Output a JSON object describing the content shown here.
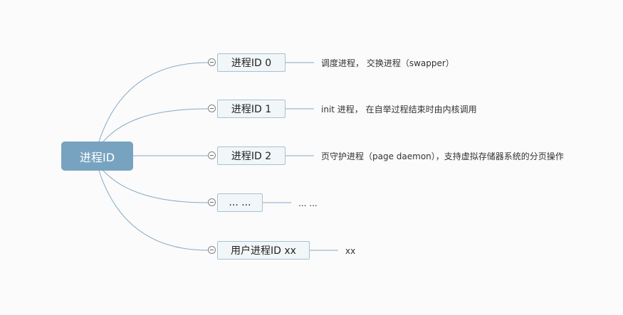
{
  "diagram": {
    "root": {
      "label": "进程ID"
    },
    "branches": [
      {
        "label": "进程ID 0",
        "note": "调度进程， 交换进程（swapper）"
      },
      {
        "label": "进程ID 1",
        "note": "init 进程， 在自举过程结束时由内核调用"
      },
      {
        "label": "进程ID 2",
        "note": "页守护进程（page daemon），支持虚拟存储器系统的分页操作"
      },
      {
        "label": "... ...",
        "note": "... ..."
      },
      {
        "label": "用户进程ID xx",
        "note": "xx"
      }
    ]
  },
  "colors": {
    "root_fill": "#78a3c0",
    "node_fill": "#f1f6f8",
    "node_border": "#a9c1d1",
    "connector": "#86aac3"
  }
}
